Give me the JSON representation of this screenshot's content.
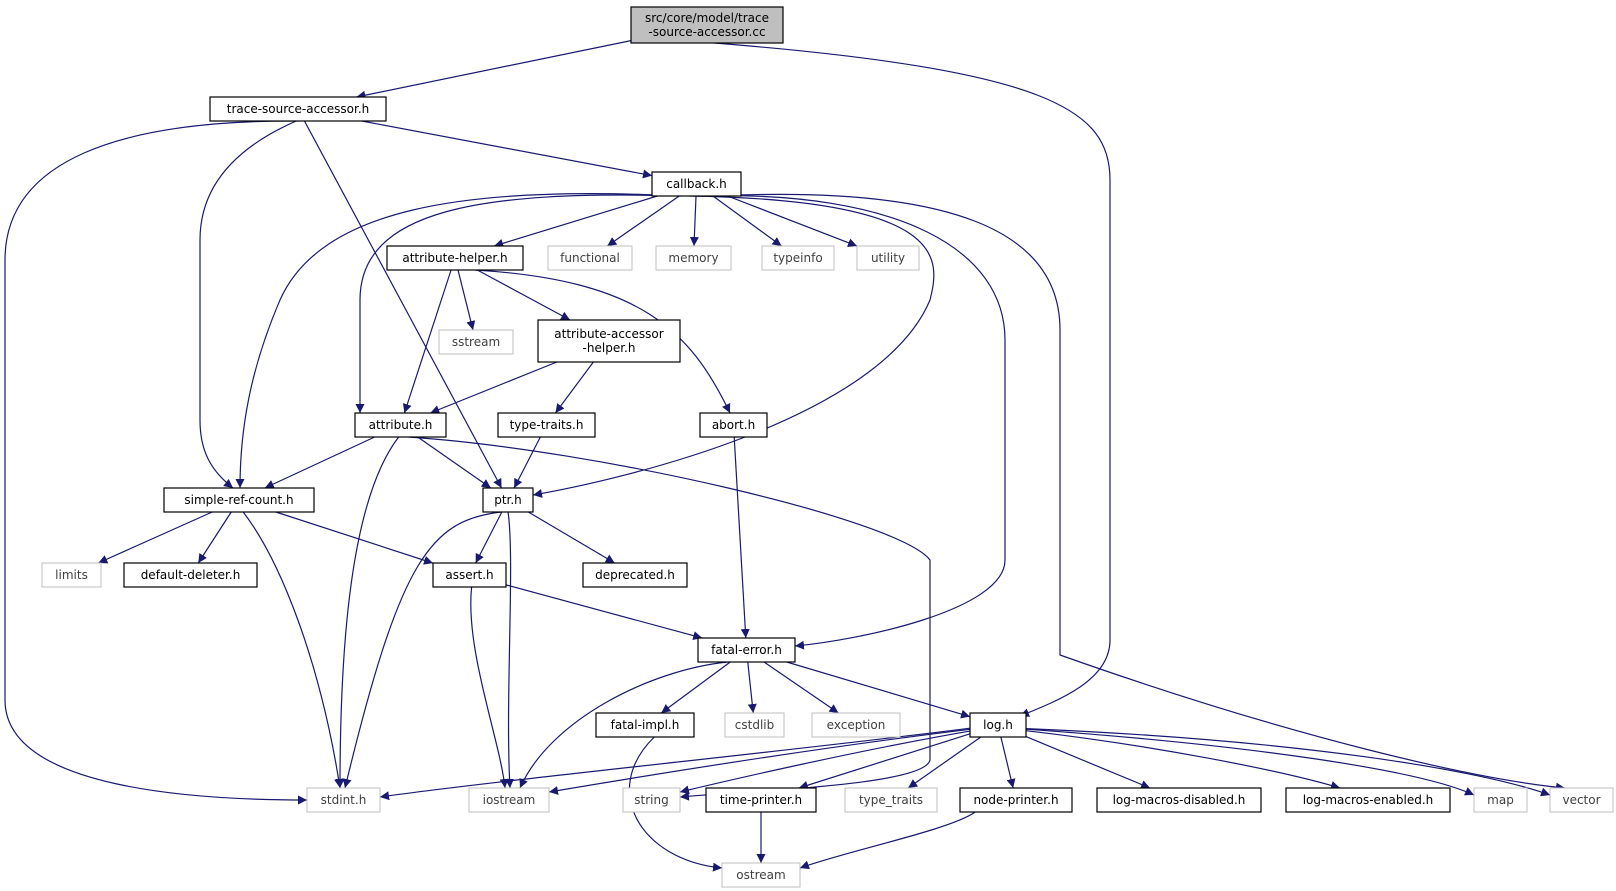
{
  "colors": {
    "edge": "#191970",
    "root_fill": "#bfbfbf",
    "local_border": "#000000",
    "system_border": "#bfbfbf",
    "system_text": "#404040",
    "local_text": "#000000"
  },
  "nodes": [
    {
      "id": "root",
      "lines": [
        "src/core/model/trace",
        "-source-accessor.cc"
      ],
      "kind": "root"
    },
    {
      "id": "tsah",
      "lines": [
        "trace-source-accessor.h"
      ],
      "kind": "local"
    },
    {
      "id": "callback",
      "lines": [
        "callback.h"
      ],
      "kind": "local"
    },
    {
      "id": "attrhelper",
      "lines": [
        "attribute-helper.h"
      ],
      "kind": "local"
    },
    {
      "id": "functional",
      "lines": [
        "functional"
      ],
      "kind": "system"
    },
    {
      "id": "memory",
      "lines": [
        "memory"
      ],
      "kind": "system"
    },
    {
      "id": "typeinfo",
      "lines": [
        "typeinfo"
      ],
      "kind": "system"
    },
    {
      "id": "utility",
      "lines": [
        "utility"
      ],
      "kind": "system"
    },
    {
      "id": "sstream",
      "lines": [
        "sstream"
      ],
      "kind": "system"
    },
    {
      "id": "attraccessor",
      "lines": [
        "attribute-accessor",
        "-helper.h"
      ],
      "kind": "local"
    },
    {
      "id": "attribute",
      "lines": [
        "attribute.h"
      ],
      "kind": "local"
    },
    {
      "id": "typetraitsh",
      "lines": [
        "type-traits.h"
      ],
      "kind": "local"
    },
    {
      "id": "abort",
      "lines": [
        "abort.h"
      ],
      "kind": "local"
    },
    {
      "id": "simpleref",
      "lines": [
        "simple-ref-count.h"
      ],
      "kind": "local"
    },
    {
      "id": "ptr",
      "lines": [
        "ptr.h"
      ],
      "kind": "local"
    },
    {
      "id": "limits",
      "lines": [
        "limits"
      ],
      "kind": "system"
    },
    {
      "id": "defdeleter",
      "lines": [
        "default-deleter.h"
      ],
      "kind": "local"
    },
    {
      "id": "assert",
      "lines": [
        "assert.h"
      ],
      "kind": "local"
    },
    {
      "id": "deprecated",
      "lines": [
        "deprecated.h"
      ],
      "kind": "local"
    },
    {
      "id": "fatalerror",
      "lines": [
        "fatal-error.h"
      ],
      "kind": "local"
    },
    {
      "id": "fatalimpl",
      "lines": [
        "fatal-impl.h"
      ],
      "kind": "local"
    },
    {
      "id": "cstdlib",
      "lines": [
        "cstdlib"
      ],
      "kind": "system"
    },
    {
      "id": "exception",
      "lines": [
        "exception"
      ],
      "kind": "system"
    },
    {
      "id": "log",
      "lines": [
        "log.h"
      ],
      "kind": "local"
    },
    {
      "id": "stdint",
      "lines": [
        "stdint.h"
      ],
      "kind": "system"
    },
    {
      "id": "iostream",
      "lines": [
        "iostream"
      ],
      "kind": "system"
    },
    {
      "id": "string",
      "lines": [
        "string"
      ],
      "kind": "system"
    },
    {
      "id": "timeprinter",
      "lines": [
        "time-printer.h"
      ],
      "kind": "local"
    },
    {
      "id": "type_traits",
      "lines": [
        "type_traits"
      ],
      "kind": "system"
    },
    {
      "id": "nodeprinter",
      "lines": [
        "node-printer.h"
      ],
      "kind": "local"
    },
    {
      "id": "logdisabled",
      "lines": [
        "log-macros-disabled.h"
      ],
      "kind": "local"
    },
    {
      "id": "logenabled",
      "lines": [
        "log-macros-enabled.h"
      ],
      "kind": "local"
    },
    {
      "id": "map",
      "lines": [
        "map"
      ],
      "kind": "system"
    },
    {
      "id": "vector",
      "lines": [
        "vector"
      ],
      "kind": "system"
    },
    {
      "id": "ostream",
      "lines": [
        "ostream"
      ],
      "kind": "system"
    }
  ],
  "edges": [
    [
      "root",
      "tsah"
    ],
    [
      "root",
      "log"
    ],
    [
      "tsah",
      "callback"
    ],
    [
      "tsah",
      "simpleref"
    ],
    [
      "tsah",
      "ptr"
    ],
    [
      "tsah",
      "stdint"
    ],
    [
      "callback",
      "attrhelper"
    ],
    [
      "callback",
      "functional"
    ],
    [
      "callback",
      "memory"
    ],
    [
      "callback",
      "typeinfo"
    ],
    [
      "callback",
      "utility"
    ],
    [
      "callback",
      "attribute"
    ],
    [
      "callback",
      "simpleref"
    ],
    [
      "callback",
      "ptr"
    ],
    [
      "callback",
      "fatalerror"
    ],
    [
      "callback",
      "vector"
    ],
    [
      "attrhelper",
      "sstream"
    ],
    [
      "attrhelper",
      "attraccessor"
    ],
    [
      "attrhelper",
      "attribute"
    ],
    [
      "attrhelper",
      "abort"
    ],
    [
      "attraccessor",
      "attribute"
    ],
    [
      "attraccessor",
      "typetraitsh"
    ],
    [
      "attribute",
      "simpleref"
    ],
    [
      "attribute",
      "ptr"
    ],
    [
      "attribute",
      "stdint"
    ],
    [
      "attribute",
      "string"
    ],
    [
      "typetraitsh",
      "ptr"
    ],
    [
      "abort",
      "fatalerror"
    ],
    [
      "simpleref",
      "limits"
    ],
    [
      "simpleref",
      "defdeleter"
    ],
    [
      "simpleref",
      "assert"
    ],
    [
      "simpleref",
      "stdint"
    ],
    [
      "ptr",
      "assert"
    ],
    [
      "ptr",
      "deprecated"
    ],
    [
      "ptr",
      "iostream"
    ],
    [
      "ptr",
      "stdint"
    ],
    [
      "assert",
      "fatalerror"
    ],
    [
      "assert",
      "iostream"
    ],
    [
      "fatalerror",
      "fatalimpl"
    ],
    [
      "fatalerror",
      "cstdlib"
    ],
    [
      "fatalerror",
      "exception"
    ],
    [
      "fatalerror",
      "log"
    ],
    [
      "fatalerror",
      "iostream"
    ],
    [
      "fatalimpl",
      "ostream"
    ],
    [
      "log",
      "stdint"
    ],
    [
      "log",
      "iostream"
    ],
    [
      "log",
      "string"
    ],
    [
      "log",
      "timeprinter"
    ],
    [
      "log",
      "type_traits"
    ],
    [
      "log",
      "nodeprinter"
    ],
    [
      "log",
      "logdisabled"
    ],
    [
      "log",
      "logenabled"
    ],
    [
      "log",
      "map"
    ],
    [
      "log",
      "vector"
    ],
    [
      "timeprinter",
      "ostream"
    ],
    [
      "nodeprinter",
      "ostream"
    ]
  ]
}
